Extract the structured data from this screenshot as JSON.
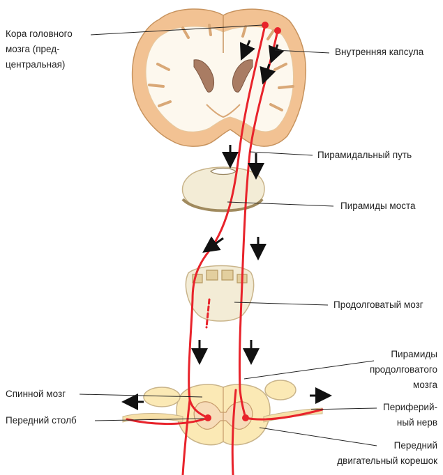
{
  "labels": {
    "cortex_1": "Кора головного",
    "cortex_2": "мозга (пред-",
    "cortex_3": "центральная)",
    "internal_capsule": "Внутренняя капсула",
    "pyramidal_tract": "Пирамидальный путь",
    "pons_pyramids": "Пирамиды моста",
    "medulla": "Продолговатый мозг",
    "medulla_pyramids_1": "Пирамиды",
    "medulla_pyramids_2": "продолговатого",
    "medulla_pyramids_3": "мозга",
    "spinal_cord": "Спинной мозг",
    "anterior_horn": "Передний столб",
    "peripheral_nerve_1": "Периферий-",
    "peripheral_nerve_2": "ный нерв",
    "anterior_root_1": "Передний",
    "anterior_root_2": "двигательный корешок"
  },
  "colors": {
    "tract": "#e8232b",
    "cortex": "#f2c293",
    "white_matter": "#fdf8ee",
    "section_fill": "#f3ecd6",
    "section_edge": "#c9b48a",
    "spinal_fill": "#fbe9b5",
    "ventricle": "#a97c63",
    "leader": "#222222"
  }
}
